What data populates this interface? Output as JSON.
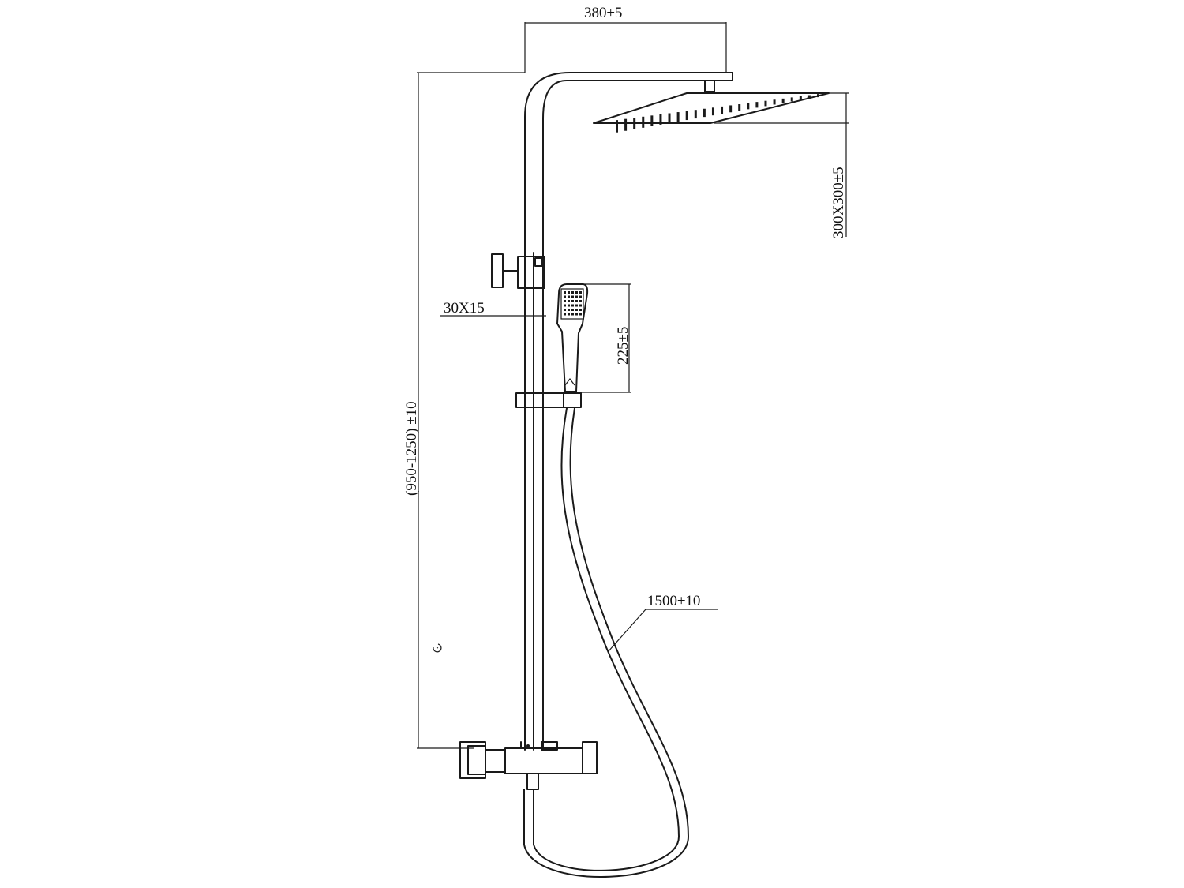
{
  "dimensions": {
    "arm_length": "380±5",
    "rail_height": "(950-1250) ±10",
    "head_size": "300X300±5",
    "rail_profile": "30X15",
    "handshower_length": "225±5",
    "hose_length": "1500±10"
  },
  "colors": {
    "line": "#1a1a1a",
    "background": "#ffffff"
  }
}
